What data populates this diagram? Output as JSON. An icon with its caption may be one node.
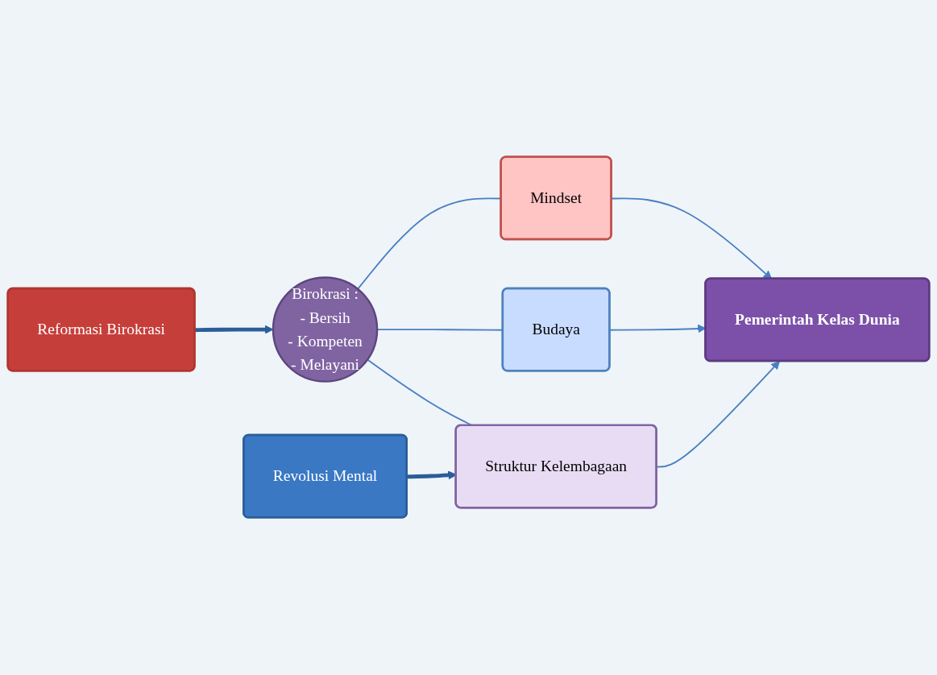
{
  "diagram": {
    "nodes": [
      {
        "text": [
          "Reformasi Birokrasi"
        ]
      },
      {
        "text": [
          "Birokrasi :",
          "- Bersih",
          "- Kompeten",
          "- Melayani"
        ]
      },
      {
        "text": [
          "Mindset"
        ]
      },
      {
        "text": [
          "Budaya"
        ]
      },
      {
        "text": [
          "Struktur Kelembagaan"
        ]
      },
      {
        "text": [
          "Pemerintah Kelas Dunia"
        ]
      },
      {
        "text": [
          "Revolusi Mental"
        ]
      }
    ],
    "edges": [
      {
        "from": 0,
        "to": 1,
        "arrow": "to",
        "style": "thick"
      },
      {
        "from": 1,
        "to": 2,
        "arrow": "none"
      },
      {
        "from": 1,
        "to": 3,
        "arrow": "none"
      },
      {
        "from": 1,
        "to": 4,
        "arrow": "none"
      },
      {
        "from": 2,
        "to": 5,
        "arrow": "to"
      },
      {
        "from": 3,
        "to": 5,
        "arrow": "to"
      },
      {
        "from": 4,
        "to": 5,
        "arrow": "to"
      },
      {
        "from": 6,
        "to": 4,
        "arrow": "to",
        "style": "thick"
      }
    ]
  }
}
